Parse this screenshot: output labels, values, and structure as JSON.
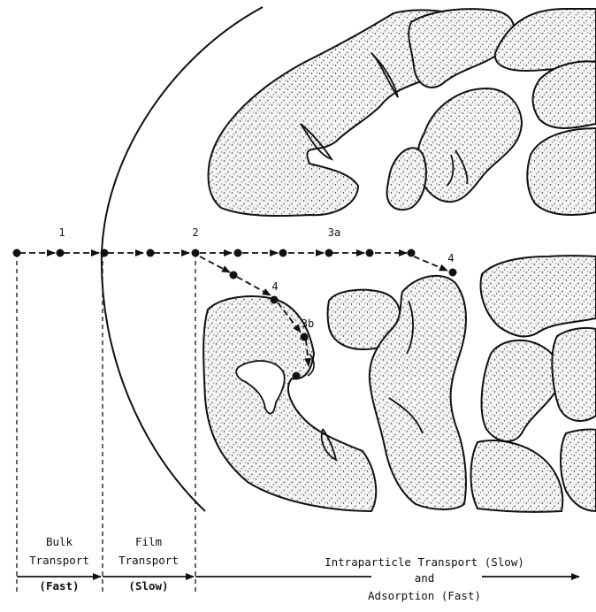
{
  "step_labels": {
    "s1": "1",
    "s2": "2",
    "s3a": "3a",
    "s3b": "3b",
    "s4_outer": "4",
    "s4_left": "4"
  },
  "captions": {
    "bulk_line1": "Bulk",
    "bulk_line2": "Transport",
    "bulk_speed": "(Fast)",
    "film_line1": "Film",
    "film_line2": "Transport",
    "film_speed": "(Slow)",
    "intra_line1": "Intraparticle Transport (Slow)",
    "intra_line2": "and",
    "intra_line3": "Adsorption (Fast)"
  },
  "colors": {
    "ink": "#111111",
    "particle_fill": "#f4f4f4",
    "background": "#ffffff"
  }
}
